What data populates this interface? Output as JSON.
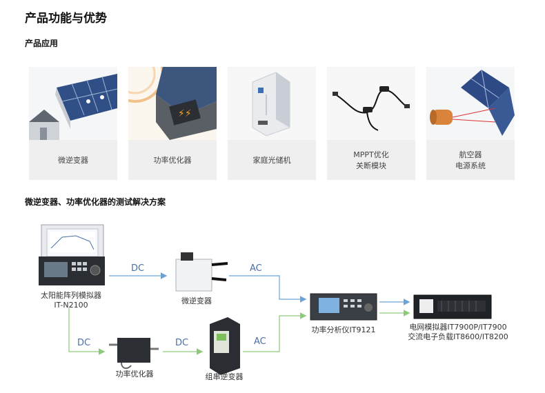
{
  "title": "产品功能与优势",
  "section_apps": "产品应用",
  "apps": [
    {
      "label": "微逆变器",
      "icon": "solar-roof-icon"
    },
    {
      "label": "功率优化器",
      "icon": "optimizer-icon"
    },
    {
      "label": "家庭光储机",
      "icon": "storage-unit-icon"
    },
    {
      "label": "MPPT优化\n关断模块",
      "icon": "mppt-cable-icon"
    },
    {
      "label": "航空器\n电源系统",
      "icon": "satellite-icon"
    }
  ],
  "section_test": "微逆变器、功率优化器的测试解决方案",
  "diagram": {
    "simulator": "太阳能阵列模拟器\nIT-N2100",
    "micro_inverter": "微逆变器",
    "optimizer": "功率优化器",
    "string_inverter": "组串逆变器",
    "analyzer": "功率分析仪IT9121",
    "grid": "电网模拟器IT7900P/IT7900\n交流电子负载IT8600/IT8200",
    "dc1": "DC",
    "ac1": "AC",
    "dc2": "DC",
    "dc3": "DC",
    "ac2": "AC"
  },
  "colors": {
    "blue_arrow": "#6aa3d8",
    "green_arrow": "#8cc97a"
  }
}
